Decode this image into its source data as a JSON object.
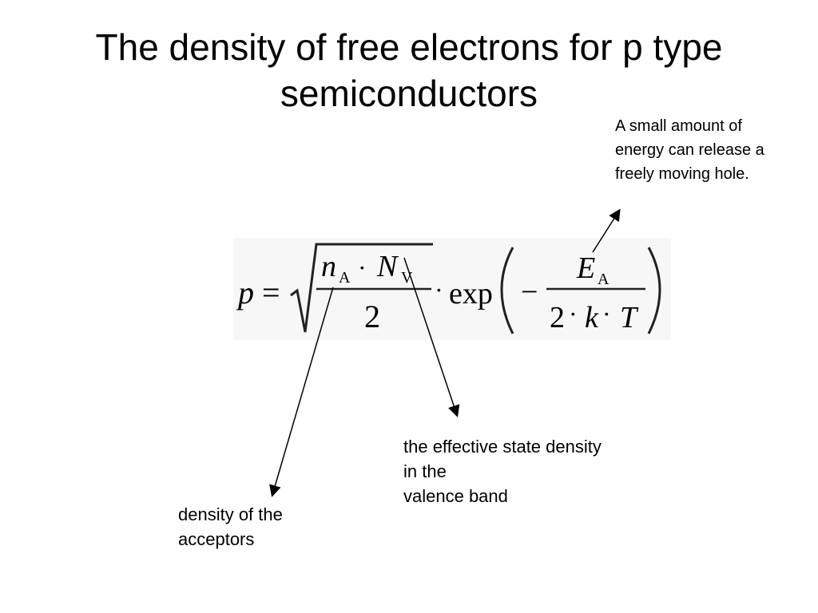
{
  "slide": {
    "title": "The density of free electrons for p type semiconductors"
  },
  "annotations": {
    "hole_note": "A small amount of energy can release a freely moving hole.",
    "valence_note_line1": "the effective state density",
    "valence_note_line2": "in the",
    "valence_note_line3": "valence band",
    "acceptor_note_line1": "density of the",
    "acceptor_note_line2": "acceptors"
  },
  "formula": {
    "lhs": "p",
    "equals": "=",
    "n_symbol": "n",
    "n_subscript": "A",
    "dot": "·",
    "nv_symbol": "N",
    "nv_subscript": "V",
    "denominator_left": "2",
    "exp_label": "exp",
    "minus": "−",
    "ea_symbol": "E",
    "ea_subscript": "A",
    "denominator_right_2": "2",
    "denominator_right_k": "k",
    "denominator_right_t": "T"
  }
}
